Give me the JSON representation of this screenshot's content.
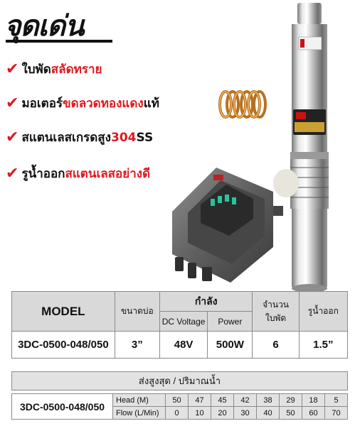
{
  "title": "จุดเด่น",
  "features": [
    {
      "black": "ใบพัด",
      "red": "สลัดทราย",
      "after": ""
    },
    {
      "black": "มอเตอร์ ",
      "red": "ขดลวดทองแดง",
      "after": "แท้"
    },
    {
      "black": "สแตนเลสเกรดสูง ",
      "red": "304",
      "after": " SS"
    },
    {
      "black": "รูน้ำออก",
      "red": "สแตนเลสอย่างดี",
      "after": ""
    }
  ],
  "check_symbol": "✔",
  "table1": {
    "headers": {
      "model": "MODEL",
      "bore": "ขนาดบ่อ",
      "power_group": "กำลัง",
      "dc_voltage": "DC Voltage",
      "power": "Power",
      "impellers": "จำนวนใบพัด",
      "outlet": "รูน้ำออก"
    },
    "row": {
      "model": "3DC-0500-048/050",
      "bore": "3”",
      "dc_voltage": "48V",
      "power": "500W",
      "impellers": "6",
      "outlet": "1.5”"
    }
  },
  "table2": {
    "caption": "ส่งสูงสุด / ปริมาณน้ำ",
    "model": "3DC-0500-048/050",
    "head_label": "Head (M)",
    "flow_label": "Flow (L/Min)",
    "head": [
      "50",
      "47",
      "45",
      "42",
      "38",
      "29",
      "18",
      "5"
    ],
    "flow": [
      "0",
      "10",
      "20",
      "30",
      "40",
      "50",
      "60",
      "70"
    ]
  },
  "colors": {
    "accent": "#e0191f",
    "header_bg": "#d9d9d9",
    "copper": "#c8802a"
  },
  "icons": [
    "check-icon",
    "copper-coil-icon"
  ]
}
